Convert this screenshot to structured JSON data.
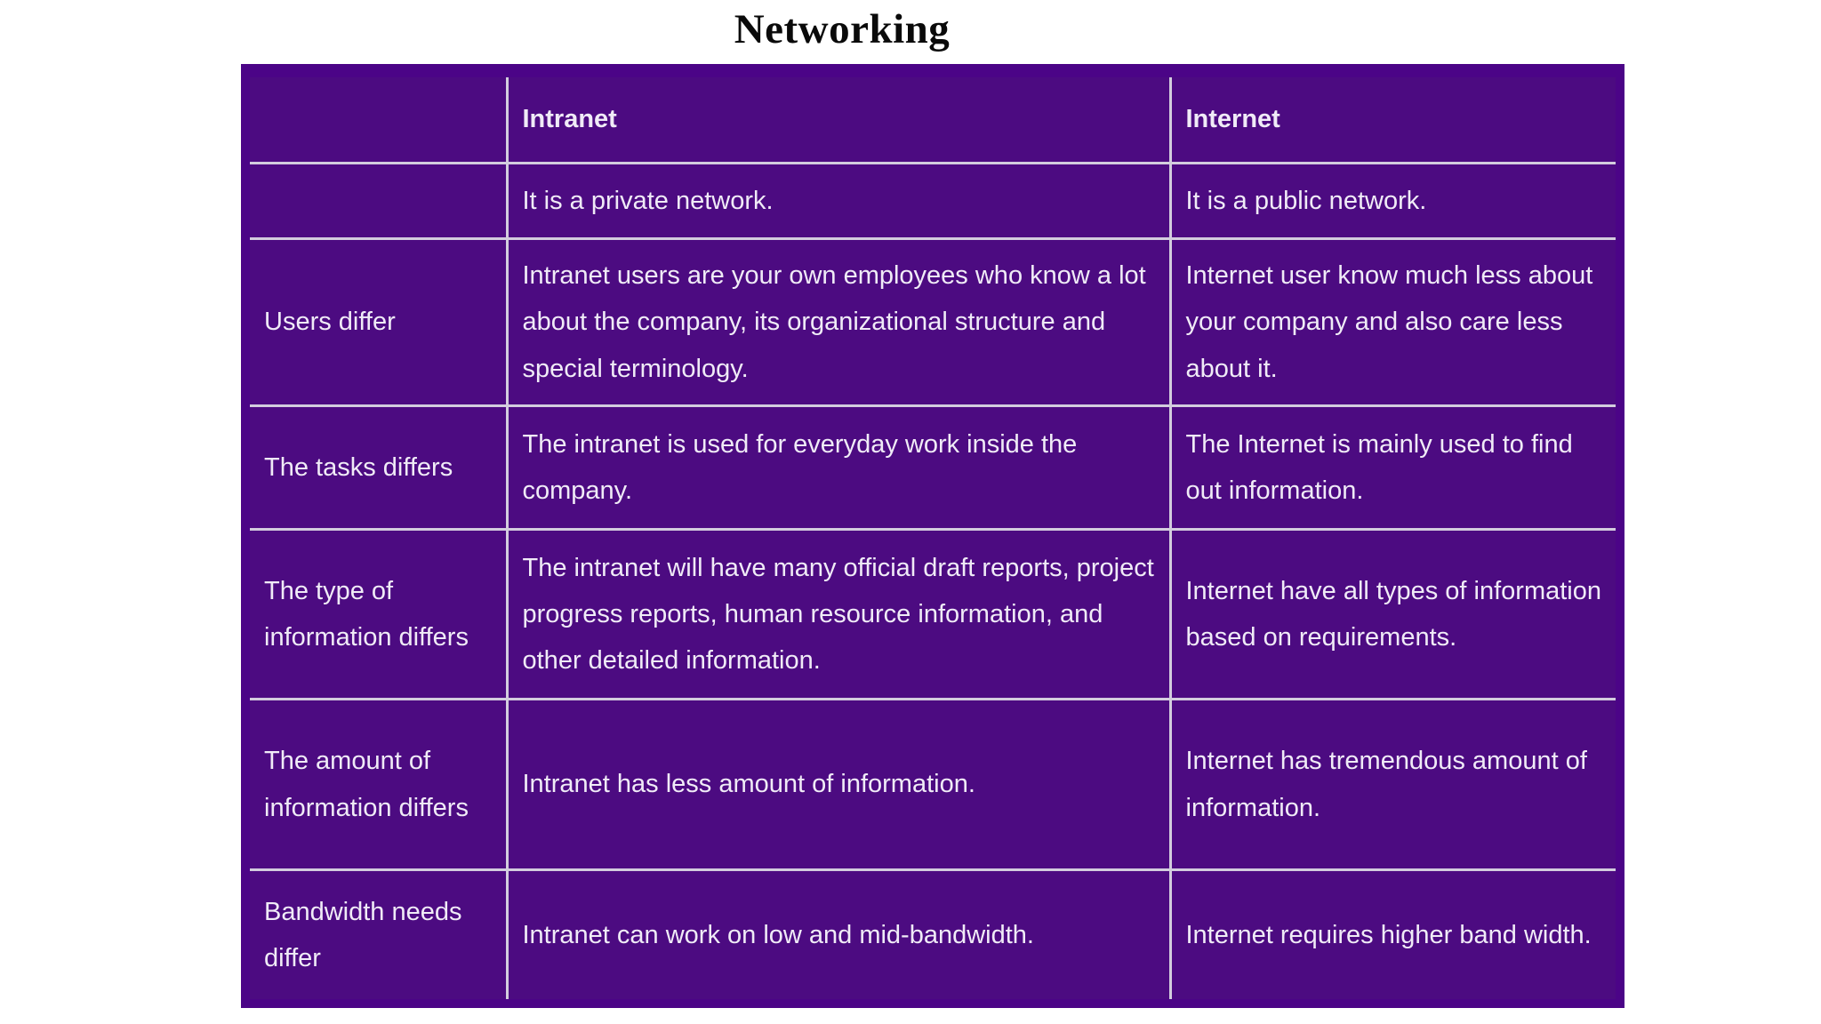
{
  "page": {
    "title": "Networking"
  },
  "colors": {
    "table_background": "#4C0B81",
    "table_frame": "#4B0487",
    "grid_line": "#D3CDDE",
    "cell_text": "#F0EBF7",
    "title_text": "#0A0A0A",
    "page_background": "#FFFFFF"
  },
  "table": {
    "columns": [
      "",
      "Intranet",
      "Internet"
    ],
    "rows": [
      {
        "label": "",
        "intranet": "It is a private network.",
        "internet": "It is a public network."
      },
      {
        "label": "Users differ",
        "intranet": "Intranet users are your own employees who know a lot about the company, its organizational structure and special terminology.",
        "internet": "Internet user know much less about your company and also care less about it."
      },
      {
        "label": "The tasks differs",
        "intranet": "The intranet is used for everyday work inside the company.",
        "internet": "The Internet is mainly used to find out information."
      },
      {
        "label": "The type of information differs",
        "intranet": "The intranet will have many official draft reports, project progress reports, human resource information, and other detailed information.",
        "internet": "Internet have all types of information based on requirements."
      },
      {
        "label": "The amount of information differs",
        "intranet": "Intranet has less amount of information.",
        "internet": "Internet has tremendous amount of information."
      },
      {
        "label": "Bandwidth needs differ",
        "intranet": "Intranet can work on low and mid-bandwidth.",
        "internet": "Internet requires higher band width."
      }
    ]
  }
}
